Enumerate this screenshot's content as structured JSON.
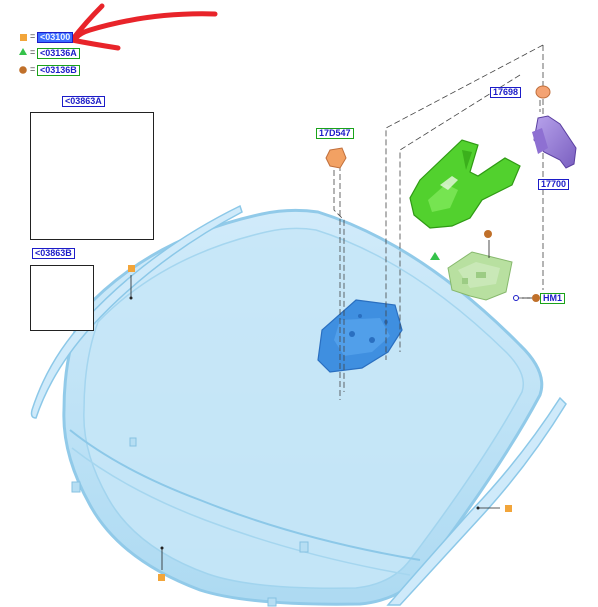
{
  "legend": [
    {
      "symbol": "square-orange",
      "eq": "=",
      "code": "<03100",
      "color": "#f2a53a"
    },
    {
      "symbol": "triangle-green",
      "eq": "=",
      "code": "<03136A",
      "color": "#35c24a"
    },
    {
      "symbol": "circle-brown",
      "eq": "=",
      "code": "<03136B",
      "color": "#c0702a"
    }
  ],
  "kits": {
    "kit_a": {
      "code": "<03863A"
    },
    "kit_b": {
      "code": "<03863B"
    }
  },
  "parts": {
    "bracket_sensor": {
      "code": "17D547"
    },
    "clip": {
      "code": "17698"
    },
    "mirror": {
      "code": "17700"
    },
    "mount": {
      "code": "HM1"
    }
  },
  "colors": {
    "annotation_arrow": "#e8242a",
    "glass": "#bfe3f6",
    "glass_edge": "#8cc8e8",
    "bracket_green": "#52d12e",
    "mirror_purple": "#9a7fd6",
    "sensor_blue": "#3f8fe0",
    "callout_blue": "#1c1cc8"
  },
  "icons": [
    "square-marker-icon",
    "triangle-marker-icon",
    "circle-marker-icon",
    "hand-drawn-arrow-icon"
  ]
}
